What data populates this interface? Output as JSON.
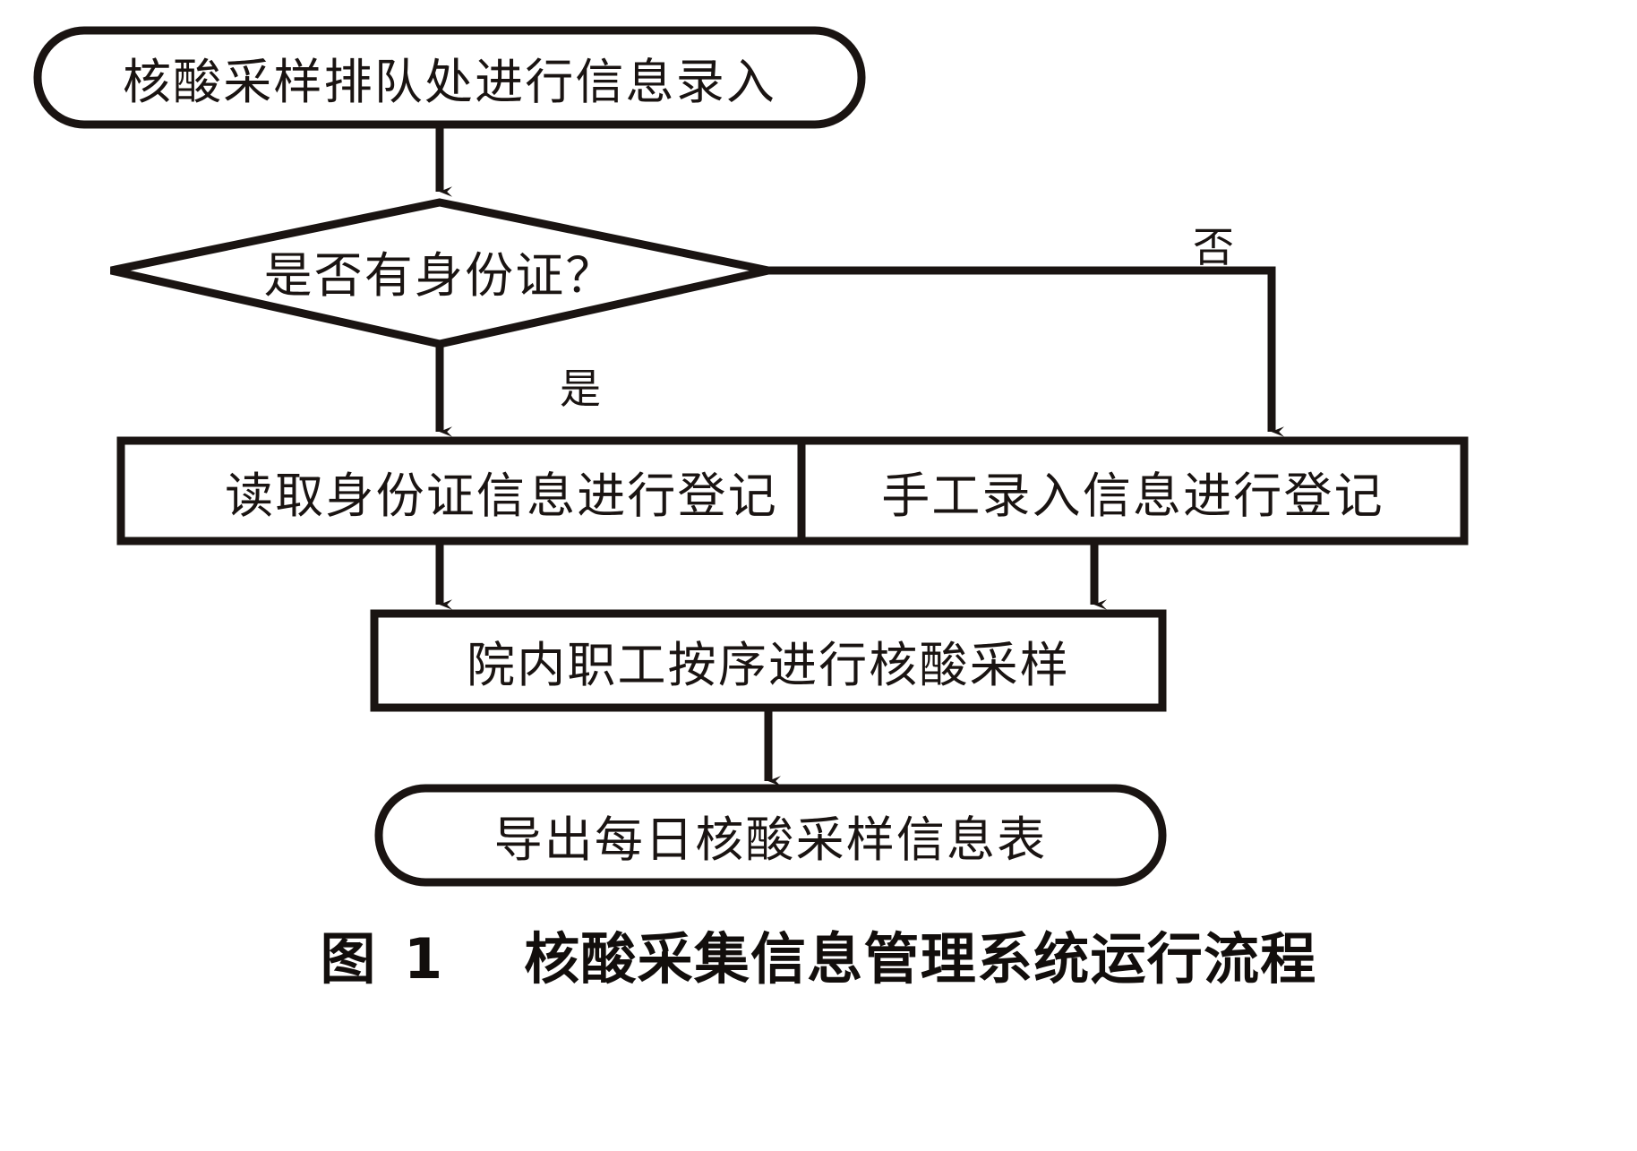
{
  "figure": {
    "caption_prefix": "图",
    "caption_number": "1",
    "caption_title": "核酸采集信息管理系统运行流程"
  },
  "colors": {
    "stroke": "#1a1412",
    "text": "#1a1412",
    "background": "#ffffff",
    "caption_text": "#120e0c"
  },
  "flowchart": {
    "type": "flowchart",
    "orientation": "top-to-bottom",
    "nodes": [
      {
        "id": "start",
        "shape": "rounded-terminal",
        "label": "核酸采样排队处进行信息录入"
      },
      {
        "id": "decision-id-card",
        "shape": "diamond",
        "label": "是否有身份证？"
      },
      {
        "id": "read-id-card",
        "shape": "rectangle",
        "label": "读取身份证信息进行登记"
      },
      {
        "id": "manual-entry",
        "shape": "rectangle",
        "label": "手工录入信息进行登记"
      },
      {
        "id": "staff-sampling",
        "shape": "rectangle",
        "label": "院内职工按序进行核酸采样"
      },
      {
        "id": "export-report",
        "shape": "rounded-terminal",
        "label": "导出每日核酸采样信息表"
      }
    ],
    "edges": [
      {
        "from": "start",
        "to": "decision-id-card",
        "label": ""
      },
      {
        "from": "decision-id-card",
        "to": "read-id-card",
        "label": "是"
      },
      {
        "from": "decision-id-card",
        "to": "manual-entry",
        "label": "否"
      },
      {
        "from": "read-id-card",
        "to": "staff-sampling",
        "label": ""
      },
      {
        "from": "manual-entry",
        "to": "staff-sampling",
        "label": ""
      },
      {
        "from": "staff-sampling",
        "to": "export-report",
        "label": ""
      }
    ]
  }
}
